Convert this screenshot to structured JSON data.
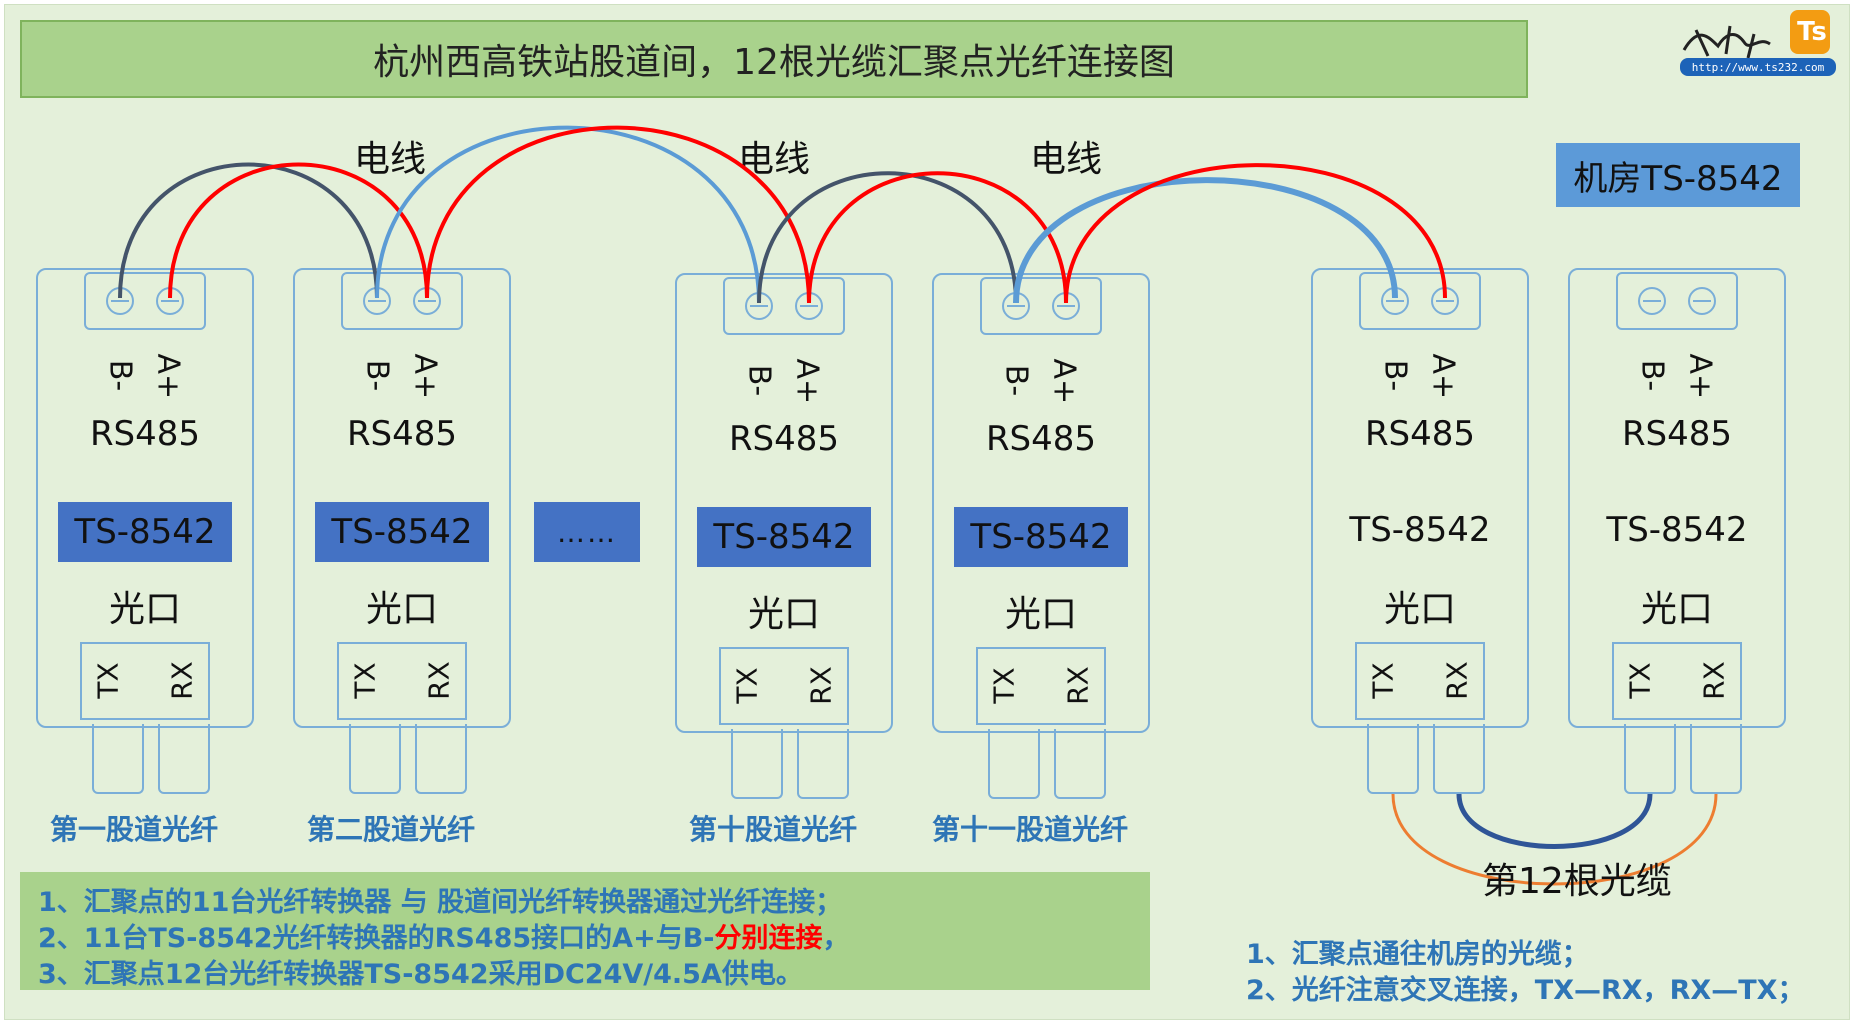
{
  "title": "杭州西高铁站股道间，12根光缆汇聚点光纤连接图",
  "logo": {
    "url_text": "http://www.ts232.com",
    "badge": "Ts"
  },
  "wire_labels": [
    "电线",
    "电线",
    "电线"
  ],
  "room_label": "机房TS-8542",
  "ellipsis": "……",
  "devices": [
    {
      "pin_b": "B-",
      "pin_a": "A+",
      "rs485": "RS485",
      "model": "TS-8542",
      "port": "光口",
      "tx": "TX",
      "rx": "RX",
      "track": "第一股道光纤"
    },
    {
      "pin_b": "B-",
      "pin_a": "A+",
      "rs485": "RS485",
      "model": "TS-8542",
      "port": "光口",
      "tx": "TX",
      "rx": "RX",
      "track": "第二股道光纤"
    },
    {
      "pin_b": "B-",
      "pin_a": "A+",
      "rs485": "RS485",
      "model": "TS-8542",
      "port": "光口",
      "tx": "TX",
      "rx": "RX",
      "track": "第十股道光纤"
    },
    {
      "pin_b": "B-",
      "pin_a": "A+",
      "rs485": "RS485",
      "model": "TS-8542",
      "port": "光口",
      "tx": "TX",
      "rx": "RX",
      "track": "第十一股道光纤"
    },
    {
      "pin_b": "B-",
      "pin_a": "A+",
      "rs485": "RS485",
      "model": "TS-8542",
      "port": "光口",
      "tx": "TX",
      "rx": "RX",
      "track": ""
    },
    {
      "pin_b": "B-",
      "pin_a": "A+",
      "rs485": "RS485",
      "model": "TS-8542",
      "port": "光口",
      "tx": "TX",
      "rx": "RX",
      "track": ""
    }
  ],
  "cable_label": "第12根光缆",
  "notes": {
    "line1": "1、汇聚点的11台光纤转换器 与 股道间光纤转换器通过光纤连接；",
    "line2_pre": "2、11台TS-8542光纤转换器的RS485接口的A+与B-",
    "line2_red": "分别连接",
    "line2_post": "，",
    "line3": "3、汇聚点12台光纤转换器TS-8542采用DC24V/4.5A供电。"
  },
  "right_notes": {
    "line1": "1、汇聚点通往机房的光缆；",
    "line2": "2、光纤注意交叉连接，TX—RX，RX—TX；"
  },
  "colors": {
    "wire_b": "#44546a",
    "wire_a": "#ff0000",
    "wire_b_light": "#5b9bd5",
    "cable_outer": "#ed7d31",
    "cable_inner": "#2f5597",
    "accent_box": "#4472c4"
  }
}
